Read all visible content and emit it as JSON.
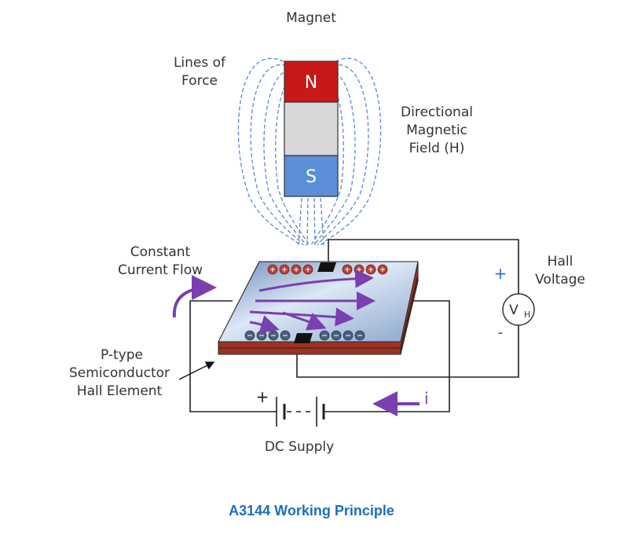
{
  "labels": {
    "magnet": "Magnet",
    "lines_of_force_1": "Lines of",
    "lines_of_force_2": "Force",
    "directional_1": "Directional",
    "directional_2": "Magnetic",
    "directional_3": "Field (H)",
    "constant_1": "Constant",
    "constant_2": "Current Flow",
    "hall_1": "Hall",
    "hall_2": "Voltage",
    "ptype_1": "P-type",
    "ptype_2": "Semiconductor",
    "ptype_3": "Hall Element",
    "dc_supply": "DC Supply",
    "north": "N",
    "south": "S",
    "voltmeter": "V",
    "voltmeter_sub": "H",
    "plus_hall": "+",
    "minus_hall": "-",
    "plus_battery": "+",
    "current_symbol": "i"
  },
  "caption": "A3144 Working Principle",
  "colors": {
    "north_pole": "#c81818",
    "south_pole": "#5b8fd8",
    "field_lines": "#5a8ac8",
    "current_arrows": "#7a3fb0",
    "plate_edge": "#a03224",
    "caption": "#1a6fc0"
  }
}
